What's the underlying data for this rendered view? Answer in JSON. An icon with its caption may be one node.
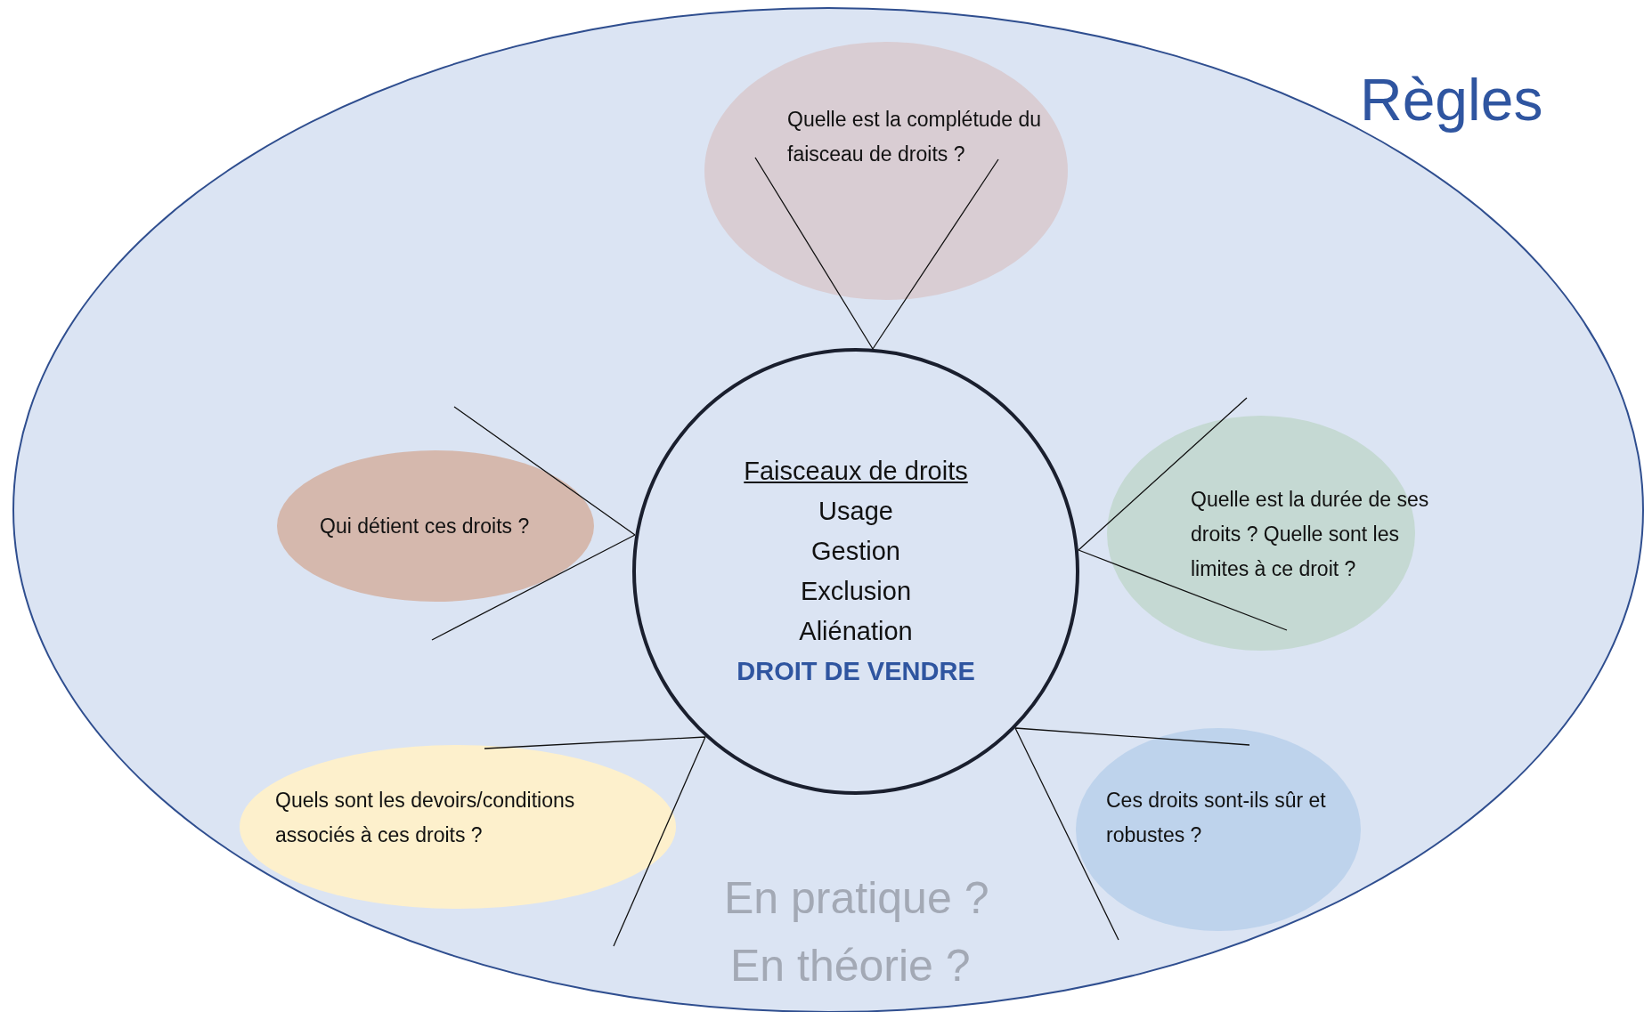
{
  "diagram": {
    "nodes": [
      {
        "text": [
          "Règles"
        ]
      },
      {
        "text": [
          "Quelle est la complétude du faisceau de droits ?"
        ],
        "in": 0
      },
      {
        "text": [
          "Qui détient ces droits ?"
        ],
        "in": 0
      },
      {
        "text": [
          "Faisceaux de droits",
          "Usage",
          "Gestion",
          "Exclusion",
          "Aliénation",
          "DROIT DE VENDRE"
        ],
        "in": 0
      },
      {
        "text": [
          "Quelle est la durée de ses droits ? Quelle sont les limites à ce droit ?"
        ],
        "in": 0
      },
      {
        "text": [
          "Quels sont les devoirs/conditions associés à ces droits ?"
        ],
        "in": 0
      },
      {
        "text": [
          "Ces droits sont-ils sûr et robustes ?"
        ],
        "in": 0
      }
    ],
    "edges": [
      {
        "from": 1,
        "to": 3,
        "arrow": "none"
      },
      {
        "from": 2,
        "to": 3,
        "arrow": "none"
      },
      {
        "from": 4,
        "to": 3,
        "arrow": "none"
      },
      {
        "from": 5,
        "to": 3,
        "arrow": "none"
      },
      {
        "from": 6,
        "to": 3,
        "arrow": "none"
      }
    ],
    "labels": [
      "En pratique ?",
      "En théorie ?"
    ]
  }
}
